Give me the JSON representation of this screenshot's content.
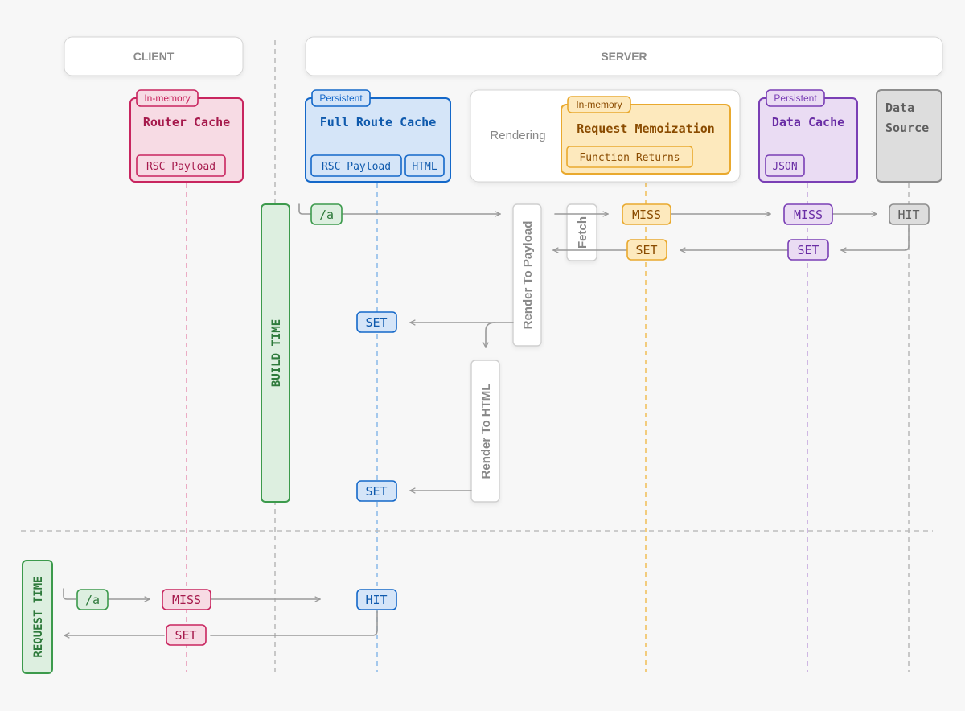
{
  "headers": {
    "client": "CLIENT",
    "server": "SERVER"
  },
  "phases": {
    "build": "BUILD TIME",
    "request": "REQUEST TIME"
  },
  "router_cache": {
    "badge": "In-memory",
    "title": "Router Cache",
    "items": [
      "RSC Payload"
    ]
  },
  "full_route_cache": {
    "badge": "Persistent",
    "title": "Full Route Cache",
    "items": [
      "RSC Payload",
      "HTML"
    ]
  },
  "rendering": {
    "label": "Rendering"
  },
  "request_memoization": {
    "badge": "In-memory",
    "title": "Request Memoization",
    "items": [
      "Function Returns"
    ]
  },
  "data_cache": {
    "badge": "Persistent",
    "title": "Data Cache",
    "items": [
      "JSON"
    ]
  },
  "data_source": {
    "title_lines": [
      "Data",
      "Source"
    ]
  },
  "steps": {
    "render_to_payload": "Render To Payload",
    "fetch": "Fetch",
    "render_to_html": "Render To HTML"
  },
  "chips": {
    "build_route": "/a",
    "memo_miss": "MISS",
    "datacache_miss": "MISS",
    "datasource_hit": "HIT",
    "memo_set": "SET",
    "datacache_set": "SET",
    "frc_set_payload": "SET",
    "frc_set_html": "SET",
    "req_route": "/a",
    "router_miss": "MISS",
    "frc_hit": "HIT",
    "router_set": "SET"
  },
  "colors": {
    "pink": "#c8255f",
    "pink_fill": "#f7dbe4",
    "blue": "#1468c9",
    "blue_fill": "#d5e5f8",
    "orange": "#e9a92e",
    "orange_fill": "#fde9bd",
    "orange_text": "#8a4b00",
    "purple": "#7a3fb5",
    "purple_fill": "#eadcf3",
    "green": "#3c9a4c",
    "green_fill": "#ddefe0",
    "gray": "#8e8e8e",
    "gray_fill": "#dddddd"
  }
}
